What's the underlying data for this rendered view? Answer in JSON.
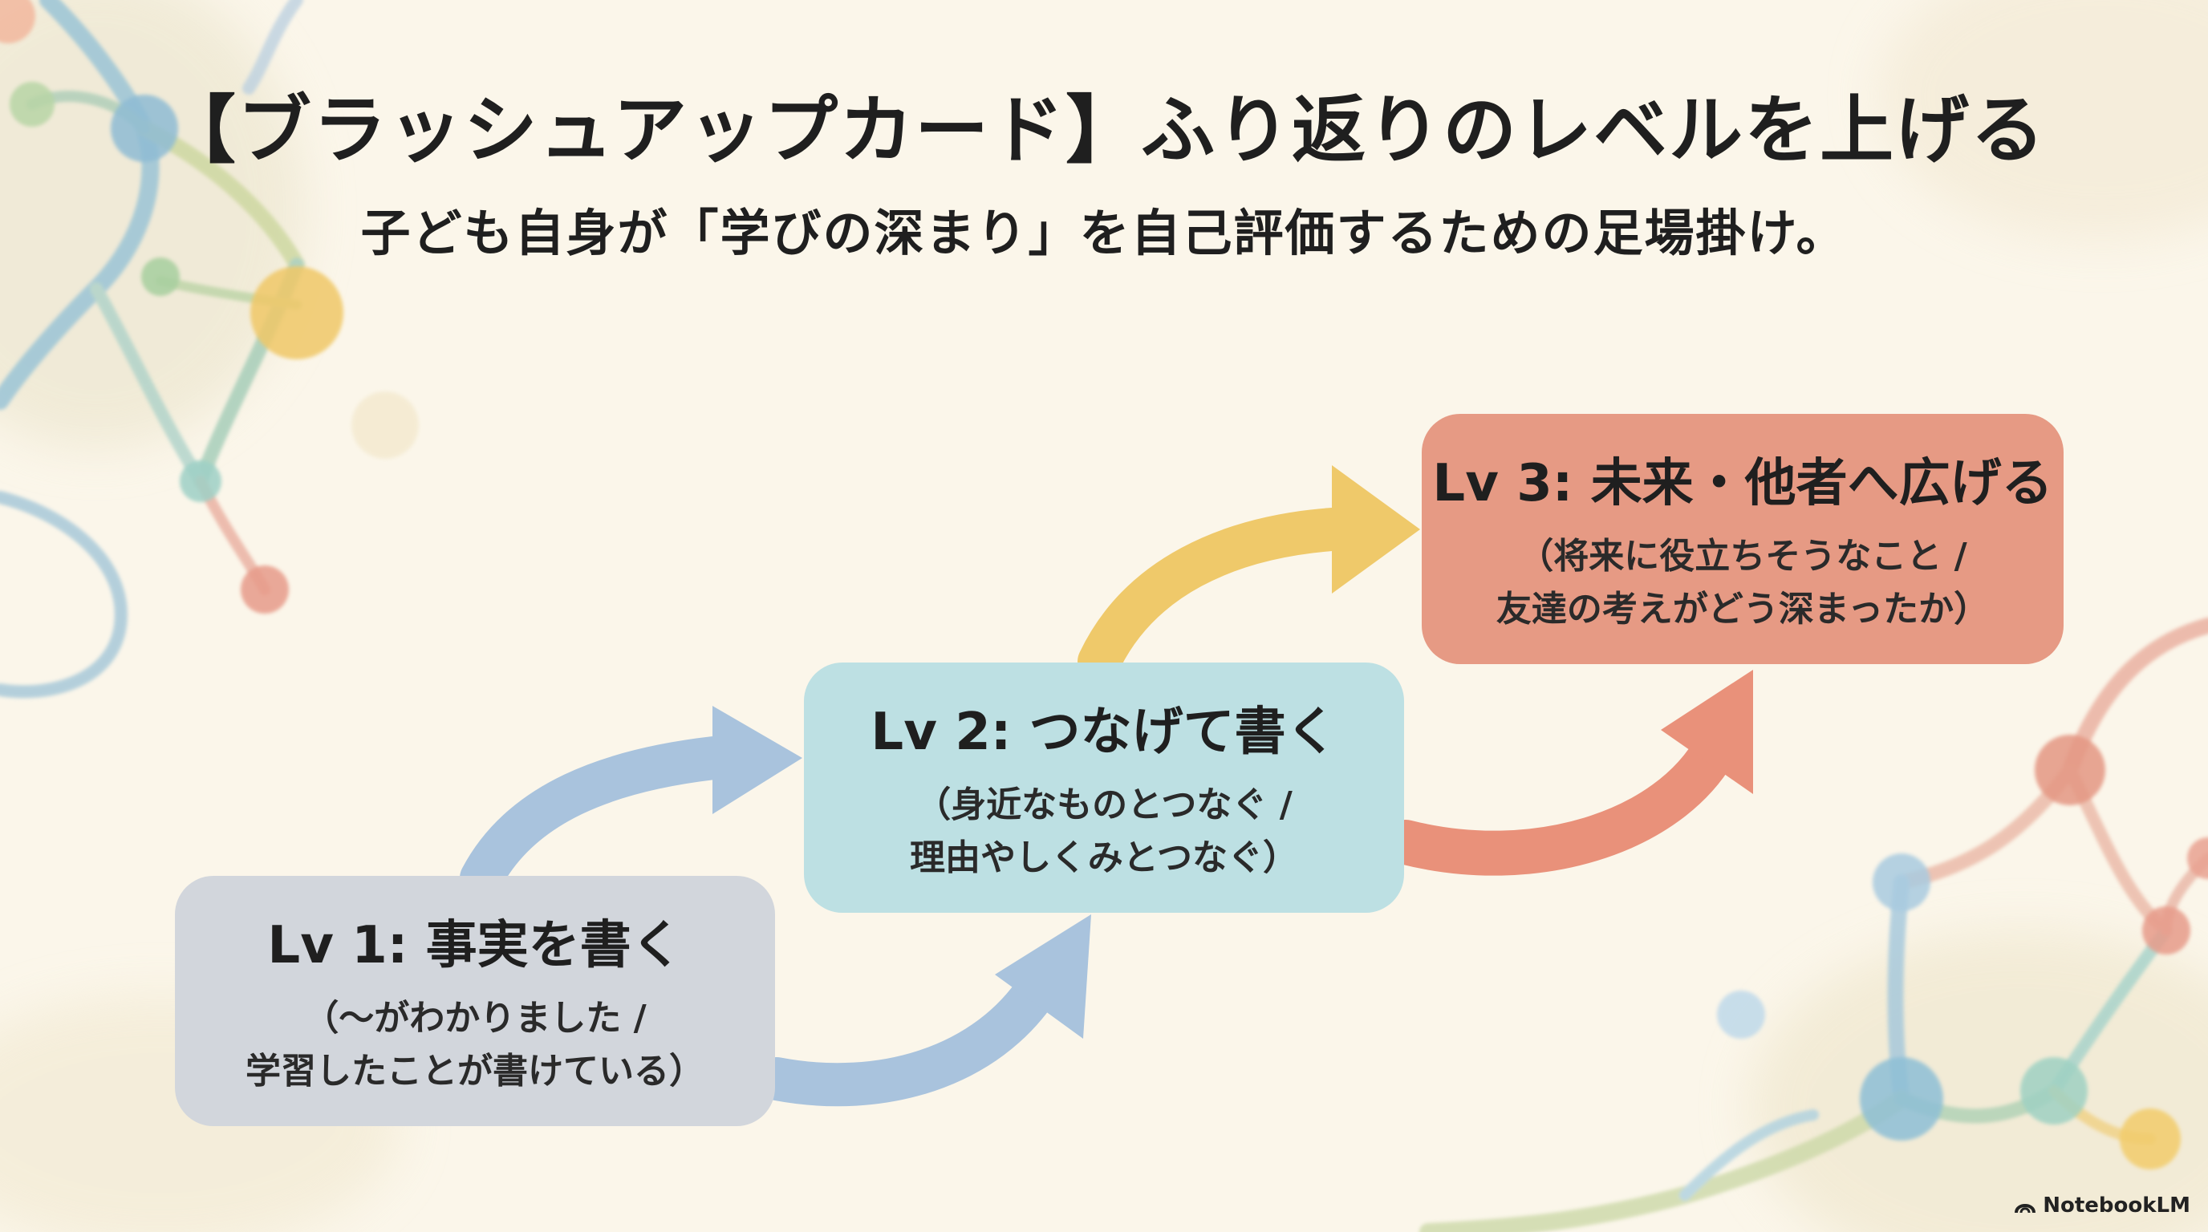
{
  "title": "【ブラッシュアップカード】ふり返りのレベルを上げる",
  "subtitle": "子ども自身が「学びの深まり」を自己評価するための足場掛け。",
  "levels": [
    {
      "label": "Lv 1: 事実を書く",
      "desc_line1": "（〜がわかりました /",
      "desc_line2": "学習したことが書けている）",
      "color": "#d2d6dc"
    },
    {
      "label": "Lv 2: つなげて書く",
      "desc_line1": "（身近なものとつなぐ /",
      "desc_line2": "理由やしくみとつなぐ）",
      "color": "#bde0e3"
    },
    {
      "label": "Lv 3: 未来・他者へ広げる",
      "desc_line1": "（将来に役立ちそうなこと /",
      "desc_line2": "友達の考えがどう深まったか）",
      "color": "#e69a84"
    }
  ],
  "arrow_colors": {
    "blue": "#a9c3dd",
    "yellow": "#efc96a",
    "salmon": "#e9917a"
  },
  "brand": {
    "name": "NotebookLM",
    "icon": "notebooklm-logo-icon"
  }
}
